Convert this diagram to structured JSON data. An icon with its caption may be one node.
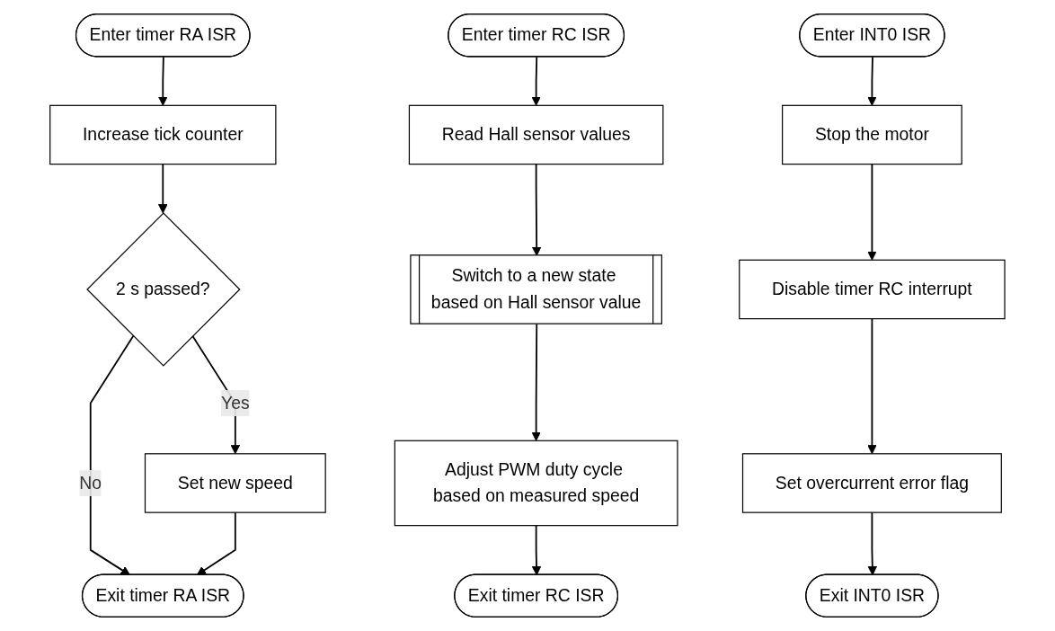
{
  "diagram": {
    "nodes": [
      {
        "text": [
          "Enter timer RA ISR"
        ]
      },
      {
        "text": [
          "Increase tick counter"
        ]
      },
      {
        "text": [
          "2 s passed?"
        ]
      },
      {
        "text": [
          "Set new speed"
        ]
      },
      {
        "text": [
          "Exit timer RA ISR"
        ]
      },
      {
        "text": [
          "Enter timer RC ISR"
        ]
      },
      {
        "text": [
          "Read Hall sensor values"
        ]
      },
      {
        "text": [
          "Switch to a new state based on Hall sensor value"
        ]
      },
      {
        "text": [
          "Adjust PWM duty cycle based on measured speed"
        ]
      },
      {
        "text": [
          "Exit timer RC ISR"
        ]
      },
      {
        "text": [
          "Enter INT0 ISR"
        ]
      },
      {
        "text": [
          "Stop the motor"
        ]
      },
      {
        "text": [
          "Disable timer RC interrupt"
        ]
      },
      {
        "text": [
          "Set overcurrent error flag"
        ]
      },
      {
        "text": [
          "Exit INT0 ISR"
        ]
      }
    ],
    "edges": [
      {
        "from": 0,
        "to": 1,
        "arrow": "to"
      },
      {
        "from": 1,
        "to": 2,
        "arrow": "to"
      },
      {
        "from": 2,
        "to": 3,
        "arrow": "to",
        "label": "Yes"
      },
      {
        "from": 2,
        "to": 4,
        "arrow": "to",
        "label": "No"
      },
      {
        "from": 3,
        "to": 4,
        "arrow": "to"
      },
      {
        "from": 5,
        "to": 6,
        "arrow": "to"
      },
      {
        "from": 6,
        "to": 7,
        "arrow": "to"
      },
      {
        "from": 7,
        "to": 8,
        "arrow": "to"
      },
      {
        "from": 8,
        "to": 9,
        "arrow": "to"
      },
      {
        "from": 10,
        "to": 11,
        "arrow": "to"
      },
      {
        "from": 11,
        "to": 12,
        "arrow": "to"
      },
      {
        "from": 12,
        "to": 13,
        "arrow": "to"
      },
      {
        "from": 13,
        "to": 14,
        "arrow": "to"
      }
    ]
  }
}
